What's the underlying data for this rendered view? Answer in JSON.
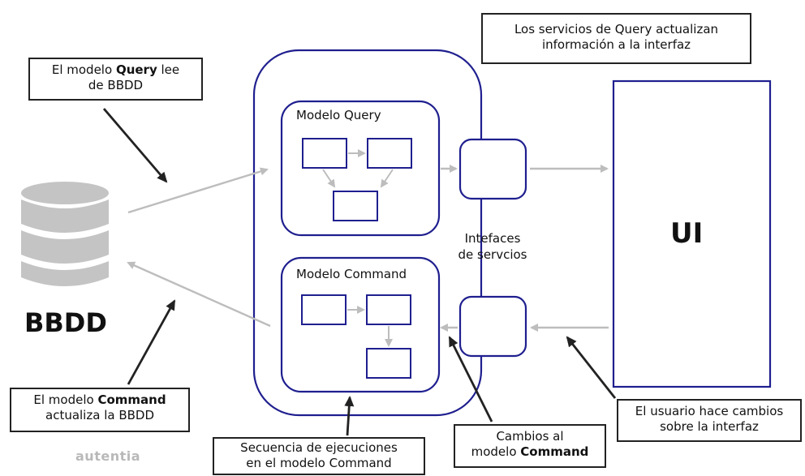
{
  "colors": {
    "navy": "#1f1f8f",
    "arrow_gray": "#bdbdbd",
    "db_gray": "#c4c4c4",
    "dark": "#222222"
  },
  "notes": {
    "query_reads": {
      "pre": "El modelo ",
      "bold": "Query",
      "post": " lee",
      "line2": "de BBDD"
    },
    "services_update": {
      "line1": "Los servicios de Query actualizan",
      "line2": "información a la interfaz"
    },
    "command_updates": {
      "pre": "El modelo ",
      "bold": "Command",
      "line2": "actualiza la BBDD"
    },
    "sequence": {
      "line1": "Secuencia de ejecuciones",
      "line2": "en el modelo Command"
    },
    "changes_command": {
      "line1": "Cambios al",
      "pre": "modelo ",
      "bold": "Command"
    },
    "user_changes": {
      "line1": "El usuario hace cambios",
      "line2": "sobre la interfaz"
    }
  },
  "labels": {
    "modelo_query": "Modelo Query",
    "modelo_command": "Modelo Command",
    "interfaces_line1": "Intefaces",
    "interfaces_line2": "de servcios",
    "ui": "UI",
    "bbdd": "BBDD"
  },
  "logo": {
    "text": "autentia"
  },
  "icons": {
    "database": "database-icon"
  }
}
